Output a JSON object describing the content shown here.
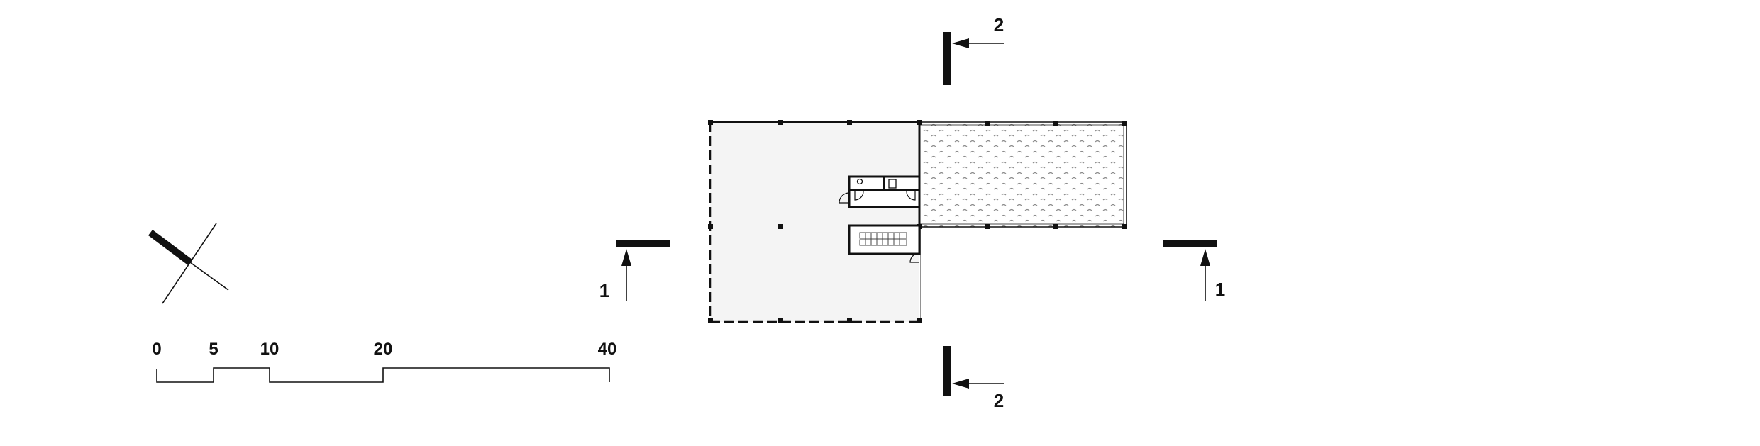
{
  "scale_bar": {
    "ticks": [
      "0",
      "5",
      "10",
      "20",
      "40"
    ]
  },
  "section_markers": {
    "section_1_left": "1",
    "section_1_right": "1",
    "section_2_top": "2",
    "section_2_bottom": "2"
  },
  "colors": {
    "ink": "#111111",
    "floor_fill": "#f4f4f4",
    "hatch": "#777777"
  },
  "icons": {
    "north": "north-arrow-icon",
    "section": "section-cut-marker-icon"
  }
}
